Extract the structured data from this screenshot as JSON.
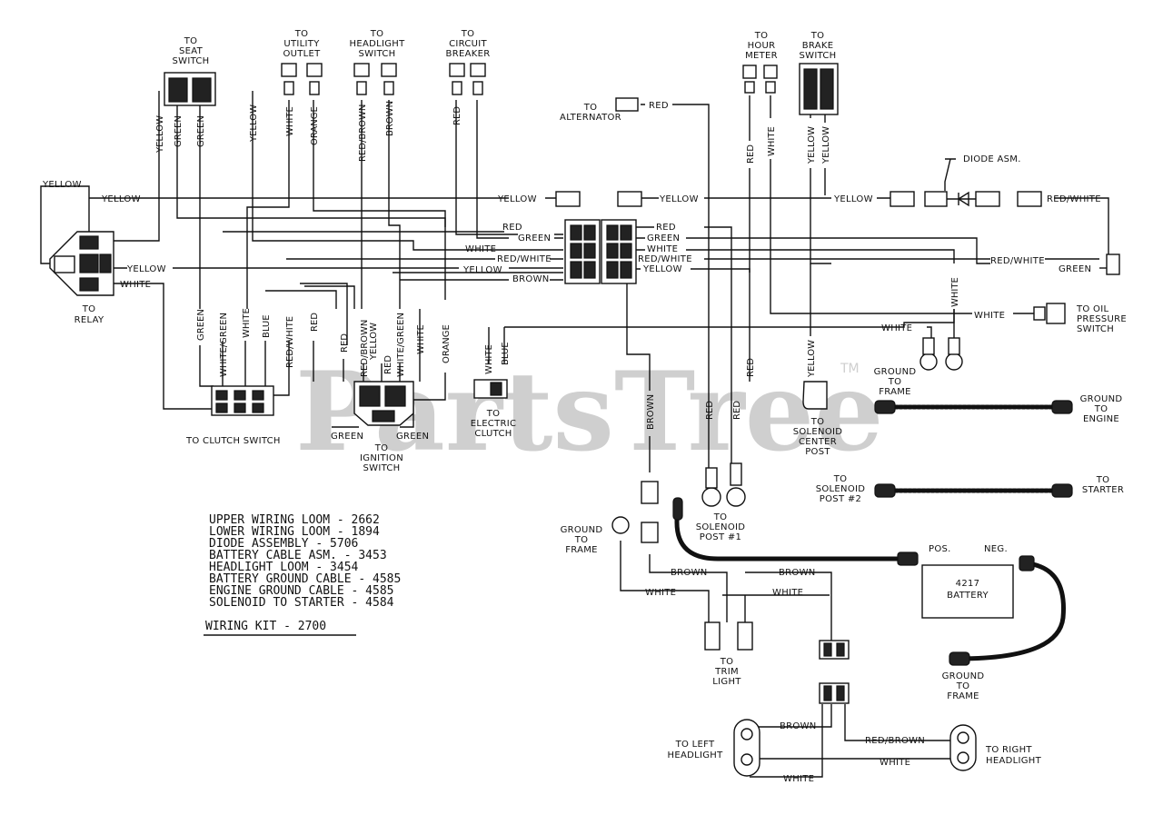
{
  "watermark": {
    "text": "PartsTree",
    "tm": "TM"
  },
  "components": {
    "seat_switch": [
      "TO",
      "SEAT",
      "SWITCH"
    ],
    "utility_outlet": [
      "TO",
      "UTILITY",
      "OUTLET"
    ],
    "headlight_switch": [
      "TO",
      "HEADLIGHT",
      "SWITCH"
    ],
    "circuit_breaker": [
      "TO",
      "CIRCUIT",
      "BREAKER"
    ],
    "hour_meter": [
      "TO",
      "HOUR",
      "METER"
    ],
    "brake_switch": [
      "TO",
      "BRAKE",
      "SWITCH"
    ],
    "alternator": [
      "TO",
      "ALTERNATOR"
    ],
    "diode": "DIODE ASM.",
    "relay": [
      "TO",
      "RELAY"
    ],
    "clutch_switch": "TO CLUTCH SWITCH",
    "ignition_switch": [
      "TO",
      "IGNITION",
      "SWITCH"
    ],
    "electric_clutch": [
      "TO",
      "ELECTRIC",
      "CLUTCH"
    ],
    "oil_pressure": [
      "TO OIL",
      "PRESSURE",
      "SWITCH"
    ],
    "ground_frame_1": [
      "GROUND",
      "TO",
      "FRAME"
    ],
    "ground_engine": [
      "GROUND",
      "TO",
      "ENGINE"
    ],
    "solenoid_center": [
      "TO",
      "SOLENOID",
      "CENTER",
      "POST"
    ],
    "solenoid_post2": [
      "TO",
      "SOLENOID",
      "POST #2"
    ],
    "starter": [
      "TO",
      "STARTER"
    ],
    "ground_frame_2": [
      "GROUND",
      "TO",
      "FRAME"
    ],
    "solenoid_post1": [
      "TO",
      "SOLENOID",
      "POST #1"
    ],
    "battery": {
      "pos": "POS.",
      "neg": "NEG.",
      "number": "4217",
      "name": "BATTERY"
    },
    "ground_frame_3": [
      "GROUND",
      "TO",
      "FRAME"
    ],
    "trim_light": [
      "TO",
      "TRIM",
      "LIGHT"
    ],
    "left_headlight": [
      "TO LEFT",
      "HEADLIGHT"
    ],
    "right_headlight": [
      "TO RIGHT",
      "HEADLIGHT"
    ]
  },
  "wires": {
    "yellow": "YELLOW",
    "green": "GREEN",
    "white": "WHITE",
    "orange": "ORANGE",
    "red_brown": "RED/BROWN",
    "brown": "BROWN",
    "red": "RED",
    "red_white": "RED/WHITE",
    "white_green": "WHITE/GREEN",
    "blue": "BLUE",
    "white_alt": "WHITE"
  },
  "parts_list": [
    "UPPER WIRING LOOM - 2662",
    "LOWER WIRING LOOM - 1894",
    "DIODE ASSEMBLY - 5706",
    "BATTERY CABLE ASM. - 3453",
    "HEADLIGHT LOOM - 3454",
    "BATTERY GROUND CABLE - 4585",
    "ENGINE GROUND CABLE - 4585",
    "SOLENOID TO STARTER - 4584"
  ],
  "kit": "WIRING KIT - 2700"
}
